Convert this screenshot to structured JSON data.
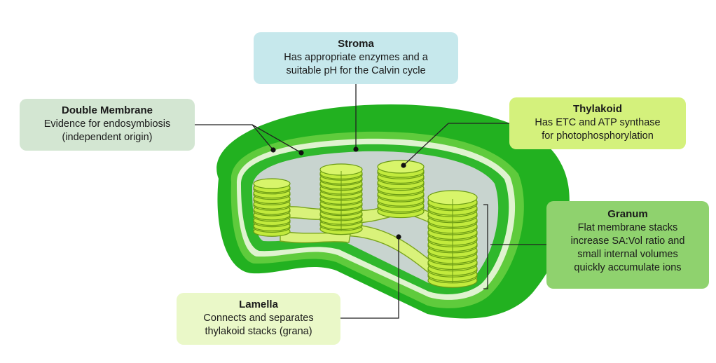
{
  "labels": {
    "stroma": {
      "title": "Stroma",
      "body": "Has appropriate enzymes and a\nsuitable pH for the Calvin cycle"
    },
    "double_membrane": {
      "title": "Double Membrane",
      "body": "Evidence for endosymbiosis\n(independent origin)"
    },
    "thylakoid": {
      "title": "Thylakoid",
      "body": "Has ETC and ATP synthase\nfor photophosphorylation"
    },
    "granum": {
      "title": "Granum",
      "body": "Flat membrane stacks\nincrease SA:Vol ratio and\nsmall internal volumes\nquickly accumulate ions"
    },
    "lamella": {
      "title": "Lamella",
      "body": "Connects and separates\nthylakoid stacks (grana)"
    }
  },
  "colors": {
    "outer_membrane": "#22b120",
    "inner_membrane": "#2fb82c",
    "stroma": "#c8d4cf",
    "thylakoid_fill": "#c2ea3c",
    "thylakoid_edge": "#6a9a14",
    "stroma_box": "#c6e8ec",
    "double_membrane_box": "#d3e6d2",
    "thylakoid_box": "#d4f17c",
    "granum_box": "#8fd26e",
    "lamella_box": "#eaf8c8"
  }
}
